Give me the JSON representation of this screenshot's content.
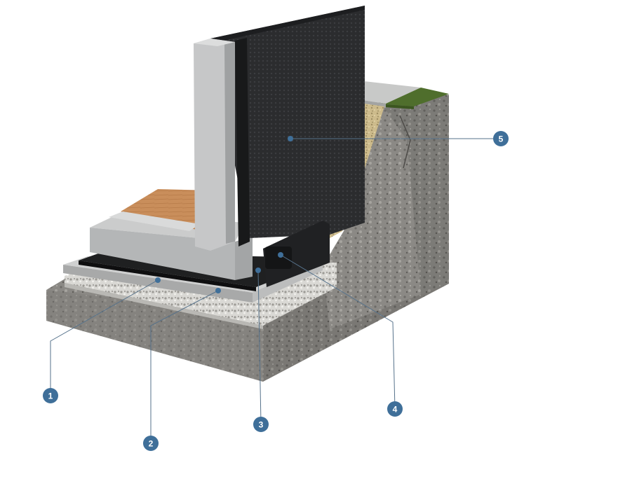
{
  "diagram": {
    "title": "",
    "callouts": [
      {
        "number": "1",
        "label": ""
      },
      {
        "number": "2",
        "label": ""
      },
      {
        "number": "3",
        "label": ""
      },
      {
        "number": "4",
        "label": ""
      },
      {
        "number": "5",
        "label": ""
      }
    ]
  },
  "colors": {
    "accent": "#3f6f99",
    "leader_line": "#56728b",
    "insulation_block": "#b9bcbe",
    "membrane": "#1e1f20",
    "drainage_board": "#2c2d2f",
    "gravel_backfill": "#c9b78a",
    "soil": "#8a8883",
    "grass": "#4d6b2c",
    "subfloor": "#c88d5a"
  },
  "icons": {
    "illustration": "foundation-cross-section-icon"
  }
}
